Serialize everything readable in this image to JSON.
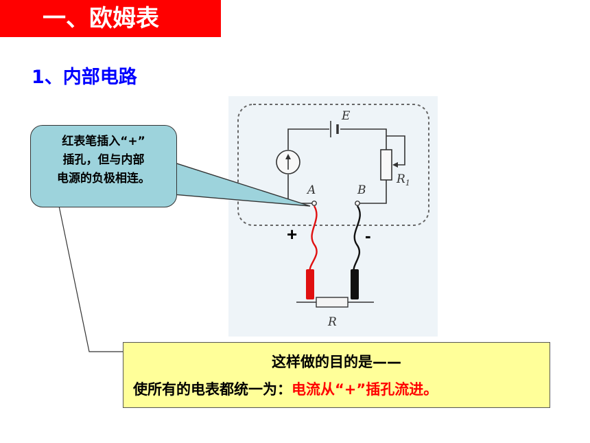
{
  "title": "一、欧姆表",
  "subtitle": "1、内部电路",
  "callout": {
    "lines": [
      "红表笔插入“+”",
      "插孔，但与内部",
      "电源的负极相连。"
    ]
  },
  "diagram": {
    "label_battery": "E",
    "label_rheostat": "R",
    "label_rheostat_sub": "1",
    "label_terminal_a": "A",
    "label_terminal_b": "B",
    "label_resistor": "R",
    "plus_sign": "+",
    "minus_sign": "-",
    "colors": {
      "red_probe": "#e01010",
      "black_probe": "#111111"
    }
  },
  "conclusion": {
    "line1": "这样做的目的是——",
    "line2_black": "使所有的电表都统一为：",
    "line2_red": "电流从“+”插孔流进。"
  }
}
